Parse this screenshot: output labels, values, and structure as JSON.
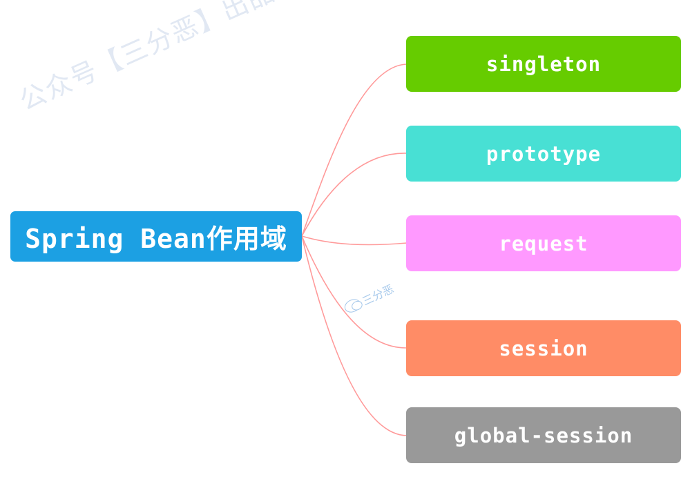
{
  "watermark": {
    "text": "公众号【三分恶】出品",
    "small_text": "三分恶"
  },
  "root": {
    "label": "Spring Bean作用域",
    "color": "#1ca0e3"
  },
  "children": [
    {
      "label": "singleton",
      "color": "#66cc00"
    },
    {
      "label": "prototype",
      "color": "#48e0d4"
    },
    {
      "label": "request",
      "color": "#ff99ff"
    },
    {
      "label": "session",
      "color": "#ff8c66"
    },
    {
      "label": "global-session",
      "color": "#999999"
    }
  ],
  "connector_color": "#ff9a9a"
}
